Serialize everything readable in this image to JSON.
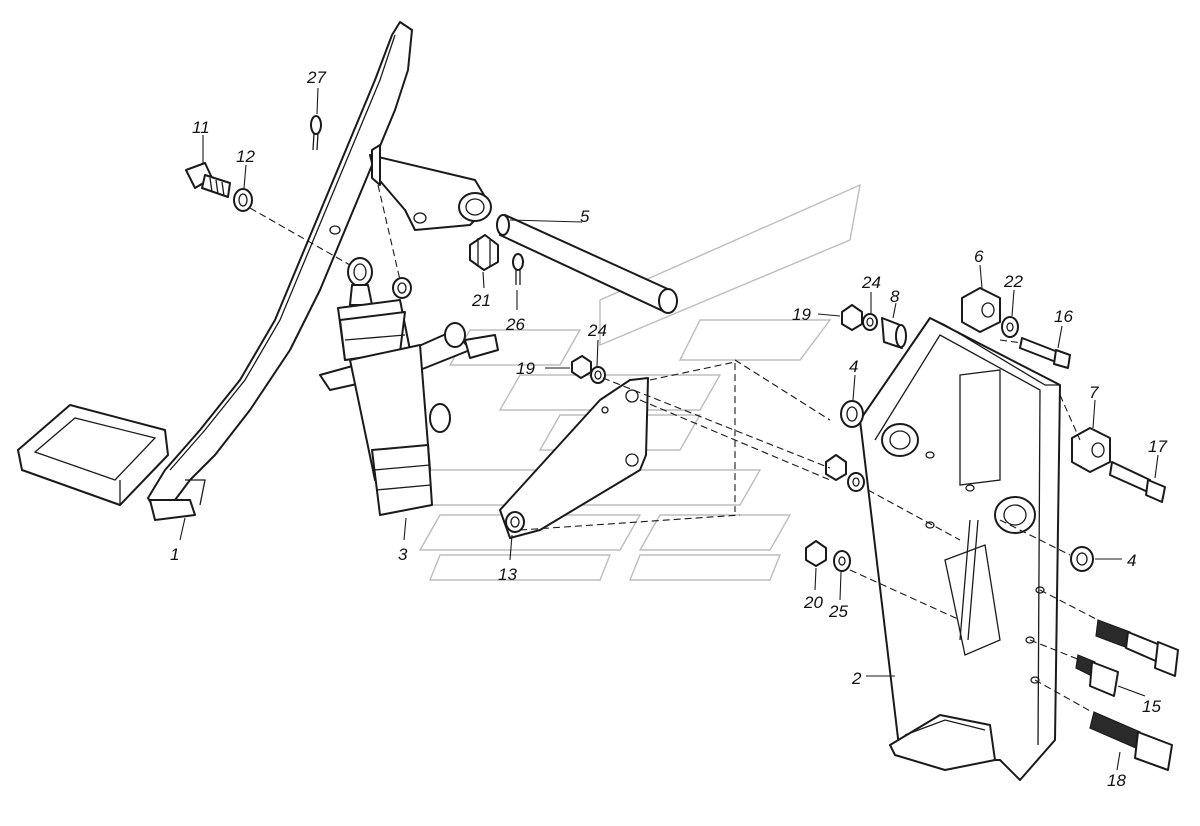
{
  "callouts": {
    "c1": "1",
    "c2": "2",
    "c3": "3",
    "c4a": "4",
    "c4b": "4",
    "c5": "5",
    "c6": "6",
    "c7": "7",
    "c8": "8",
    "c11": "11",
    "c12": "12",
    "c13": "13",
    "c15": "15",
    "c16": "16",
    "c17": "17",
    "c18": "18",
    "c19a": "19",
    "c19b": "19",
    "c20": "20",
    "c21": "21",
    "c22": "22",
    "c24a": "24",
    "c24b": "24",
    "c25": "25",
    "c26": "26",
    "c27": "27"
  },
  "colors": {
    "line": "#1a1a1a",
    "watermark": "#bdbdbd",
    "background": "#ffffff"
  }
}
